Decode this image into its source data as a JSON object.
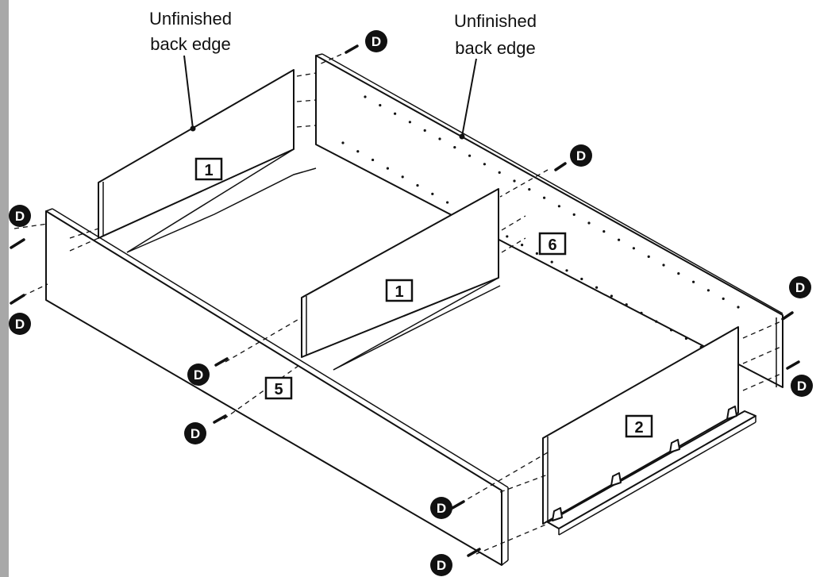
{
  "callouts": {
    "left": [
      "Unfinished",
      "back edge"
    ],
    "right": [
      "Unfinished",
      "back edge"
    ]
  },
  "parts": {
    "back_left": "1",
    "divider": "1",
    "front": "2",
    "side_left": "5",
    "side_right": "6"
  },
  "fastener_label": "D",
  "colors": {
    "ink": "#111111",
    "paper": "#ffffff",
    "border": "#a8a8a8"
  }
}
